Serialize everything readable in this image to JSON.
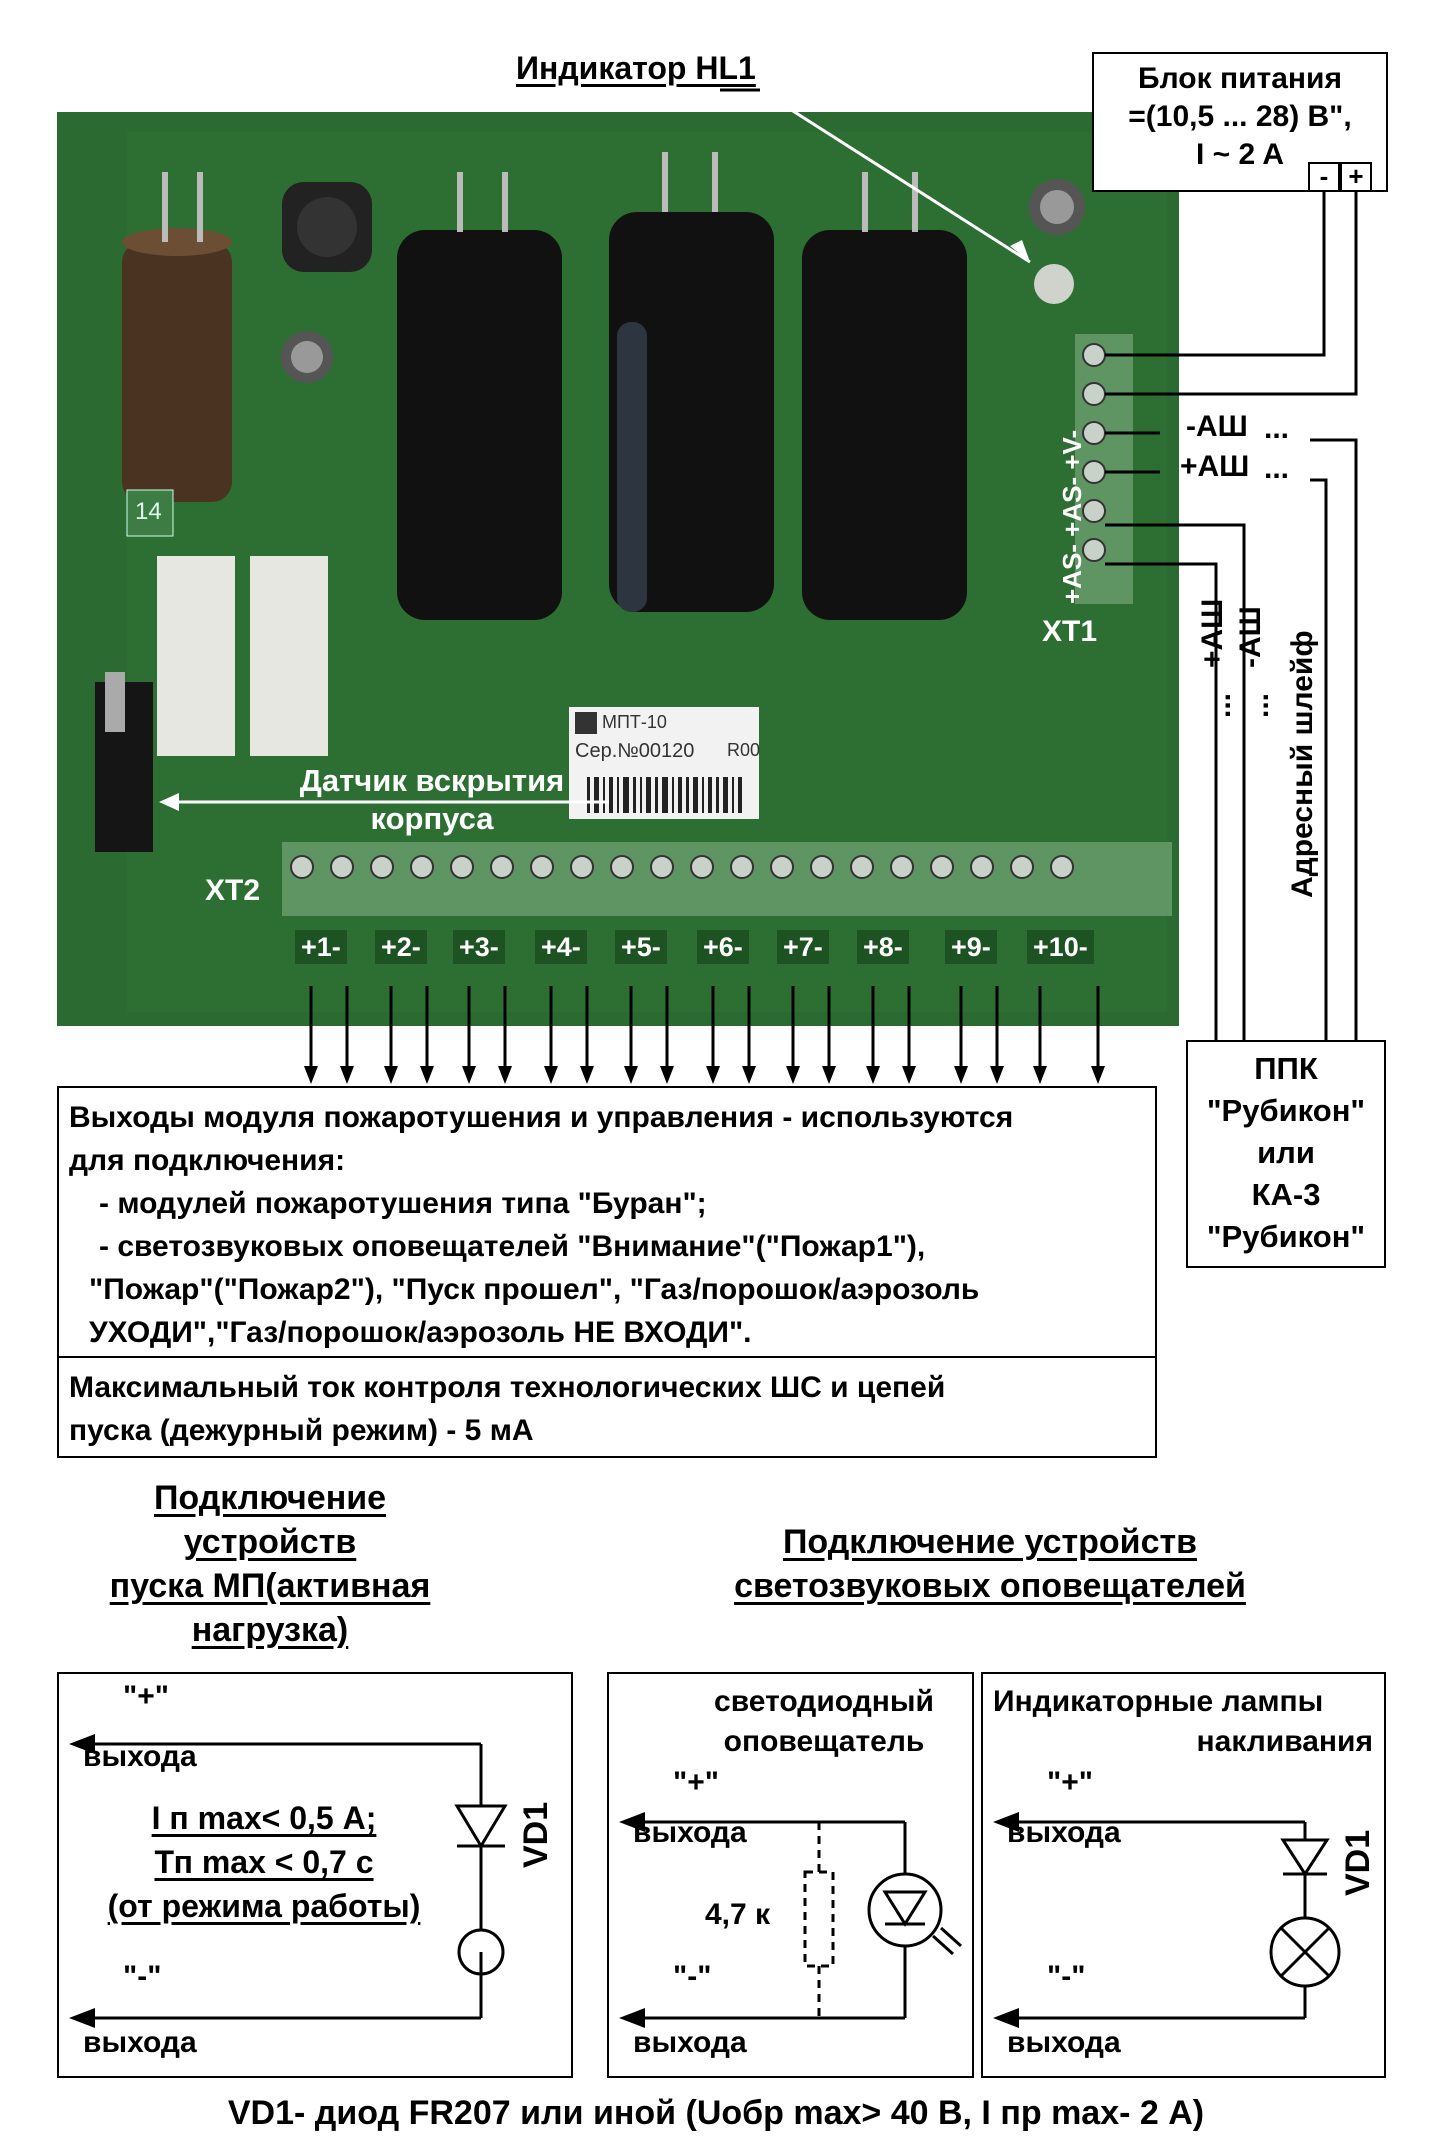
{
  "hl1": "Индикатор HL1",
  "power": {
    "line1": "Блок питания",
    "line2": "=(10,5 ... 28) В\",",
    "line3": "I ~ 2 A",
    "minus": "-",
    "plus": "+"
  },
  "board": {
    "xt1_pins": "+AS- +AS- +V-",
    "xt1": "XT1",
    "xt2": "XT2",
    "sensor_line1": "Датчик вскрытия",
    "sensor_line2": "корпуса",
    "label_model": "МПТ-10",
    "label_serial": "Сер.№00120",
    "label_rev": "R00",
    "cap_number": "14",
    "outputs": [
      "+1-",
      "+2-",
      "+3-",
      "+4-",
      "+5-",
      "+6-",
      "+7-",
      "+8-",
      "+9-",
      "+10-"
    ]
  },
  "wires": {
    "minus_ash": "-АШ",
    "plus_ash": "+АШ",
    "dots": "...",
    "v_plus_ash": "+АШ",
    "v_minus_ash": "-АШ",
    "address_loop": "Адресный шлейф"
  },
  "ppk": {
    "line1": "ППК",
    "line2": "\"Рубикон\"",
    "line3": "или",
    "line4": "КА-3",
    "line5": "\"Рубикон\""
  },
  "outputs_box": {
    "line1": "Выходы модуля пожаротушения и управления - используются",
    "line2": "для подключения:",
    "line3": "- модулей пожаротушения типа \"Буран\";",
    "line4": "- светозвуковых оповещателей \"Внимание\"(\"Пожар1\"),",
    "line5": "\"Пожар\"(\"Пожар2\"), \"Пуск прошел\", \"Газ/порошок/аэрозоль",
    "line6": "УХОДИ\",\"Газ/порошок/аэрозоль НЕ ВХОДИ\".",
    "line7": "Максимальный ток контроля технологических ШС и цепей",
    "line8": "пуска (дежурный режим) - 5 мА"
  },
  "heading_left": {
    "line1": "Подключение",
    "line2": "устройств",
    "line3": "пуска МП(активная",
    "line4": "нагрузка)"
  },
  "heading_right": {
    "line1": "Подключение устройств",
    "line2": "светозвуковых оповещателей"
  },
  "panel1": {
    "plus": "\"+\"",
    "out1": "выхода",
    "spec1": "I п max< 0,5 А;",
    "spec2": "Тп max < 0,7 с",
    "spec3": "(от режима работы)",
    "vd": "VD1",
    "minus": "\"-\"",
    "out2": "выхода"
  },
  "panel2": {
    "title1": "светодиодный",
    "title2": "оповещатель",
    "plus": "\"+\"",
    "out1": "выхода",
    "res": "4,7 к",
    "minus": "\"-\"",
    "out2": "выхода"
  },
  "panel3": {
    "title1": "Индикаторные лампы",
    "title2": "накливания",
    "plus": "\"+\"",
    "out1": "выхода",
    "vd": "VD1",
    "minus": "\"-\"",
    "out2": "выхода"
  },
  "footer": "VD1- диод FR207 или иной (Uобр max> 40 В, I пр max- 2 А)",
  "colors": {
    "pcb": "#2b6a30",
    "pcb_dark": "#1d5322",
    "terminal": "#4f8a56"
  }
}
